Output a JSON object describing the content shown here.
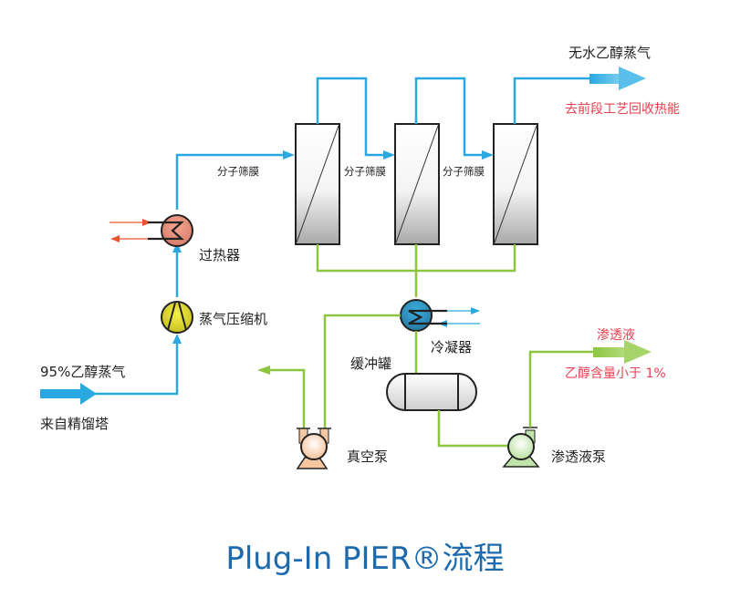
{
  "title": "Plug-In PIER®流程",
  "colors": {
    "vapor_pipe": "#2aa8df",
    "permeate_pipe": "#8cc63f",
    "heating_stream": "#e8552f",
    "red_note": "#e8404f",
    "title": "#1d6aad"
  },
  "feed": {
    "label_top": "95%乙醇蒸气",
    "label_bottom": "来自精馏塔"
  },
  "equipment": {
    "compressor": "蒸气压缩机",
    "superheater": "过热器",
    "membrane_label": "分子筛膜",
    "condenser": "冷凝器",
    "buffer_tank": "缓冲罐",
    "vacuum_pump": "真空泵",
    "permeate_pump": "渗透液泵"
  },
  "product": {
    "label": "无水乙醇蒸气",
    "note": "去前段工艺回收热能"
  },
  "permeate": {
    "label": "渗透液",
    "note": "乙醇含量小于 1%"
  }
}
